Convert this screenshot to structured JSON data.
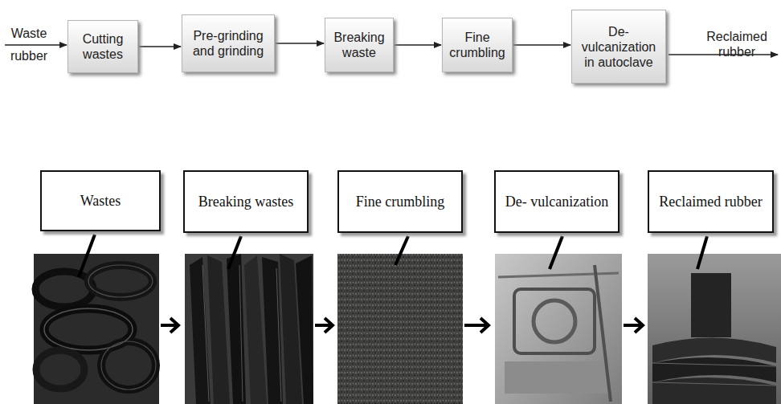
{
  "diagram": {
    "nodes": [
      {
        "text": [
          "Cutting wastes"
        ]
      },
      {
        "text": [
          "Pre-grinding and grinding"
        ]
      },
      {
        "text": [
          "Breaking waste"
        ]
      },
      {
        "text": [
          "Fine crumbling"
        ]
      },
      {
        "text": [
          "De- vulcanization in autoclave"
        ]
      },
      {
        "text": [
          "Wastes"
        ]
      },
      {
        "text": [
          "Breaking wastes"
        ]
      },
      {
        "text": [
          "Fine crumbling"
        ]
      },
      {
        "text": [
          "De- vulcanization"
        ]
      },
      {
        "text": [
          "Reclaimed rubber"
        ]
      }
    ],
    "edges": [
      {
        "from": 0,
        "to": 1,
        "arrow": "to"
      },
      {
        "from": 1,
        "to": 2,
        "arrow": "to"
      },
      {
        "from": 2,
        "to": 3,
        "arrow": "to"
      },
      {
        "from": 3,
        "to": 4,
        "arrow": "to"
      }
    ],
    "labels": [
      "Waste rubber",
      "Reclaimed rubber"
    ]
  }
}
